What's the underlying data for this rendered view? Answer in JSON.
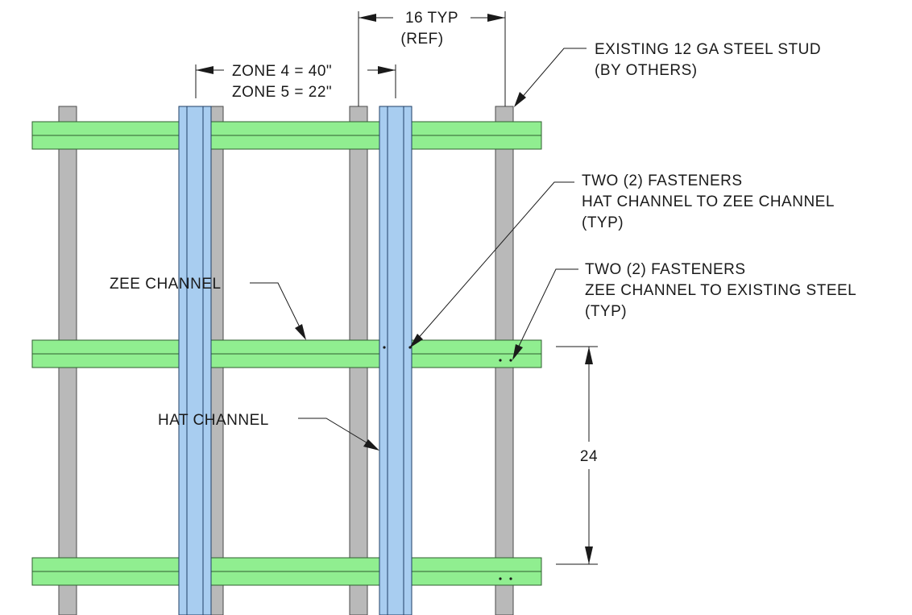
{
  "labels": {
    "dim_top_line1": "16 TYP",
    "dim_top_line2": "(REF)",
    "dim_zone_line1": "ZONE 4 = 40\"",
    "dim_zone_line2": "ZONE 5 = 22\"",
    "stud_note_line1": "EXISTING 12 GA STEEL STUD",
    "stud_note_line2": "(BY OTHERS)",
    "fastener_hat_line1": "TWO (2) FASTENERS",
    "fastener_hat_line2": "HAT CHANNEL TO ZEE CHANNEL",
    "fastener_hat_line3": "(TYP)",
    "fastener_zee_line1": "TWO (2) FASTENERS",
    "fastener_zee_line2": "ZEE CHANNEL TO EXISTING STEEL",
    "fastener_zee_line3": "(TYP)",
    "zee_channel": "ZEE CHANNEL",
    "hat_channel": "HAT CHANNEL",
    "dim_vertical": "24"
  },
  "colors": {
    "steel_stud": "#b9b9b9",
    "zee_channel": "#90ee90",
    "hat_channel": "#a8cdf0"
  }
}
